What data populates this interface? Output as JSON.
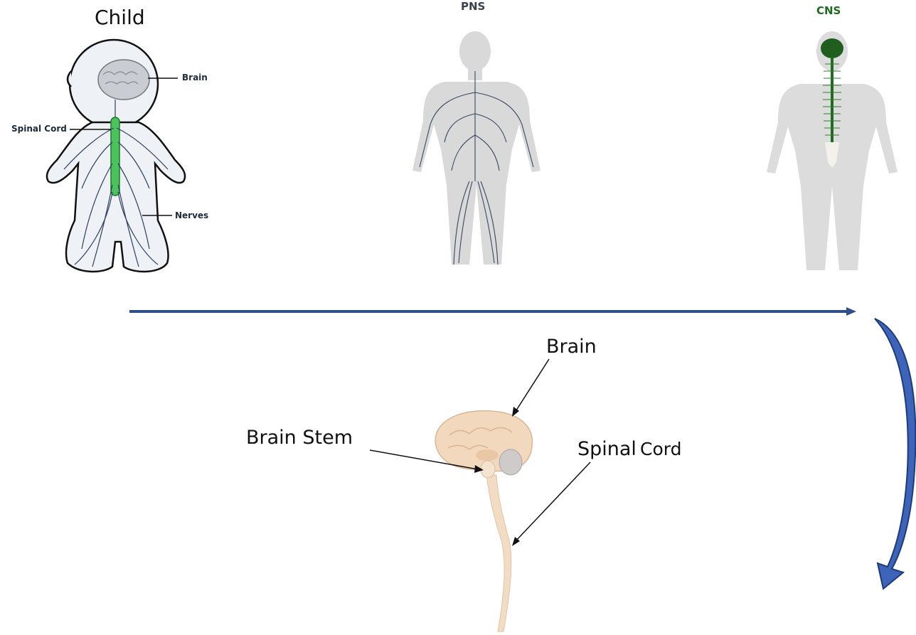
{
  "panels": {
    "child": {
      "title": "Child",
      "labels": {
        "brain": "Brain",
        "spinal_cord": "Spinal Cord",
        "nerves": "Nerves"
      }
    },
    "pns": {
      "title": "PNS"
    },
    "cns": {
      "title": "CNS"
    }
  },
  "brain_diagram": {
    "brain": "Brain",
    "brain_stem": "Brain Stem",
    "spinal": "Spinal",
    "cord": "Cord"
  },
  "colors": {
    "arrow": "#2e4f8c",
    "curved_arrow_fill": "#3d64b8",
    "cns_green": "#1f6b1f",
    "nerve_blue": "#2f3e5c",
    "body_gray": "#d9d9d9",
    "spinal_green": "#35b24a",
    "brain_tan": "#f0d9bf"
  }
}
